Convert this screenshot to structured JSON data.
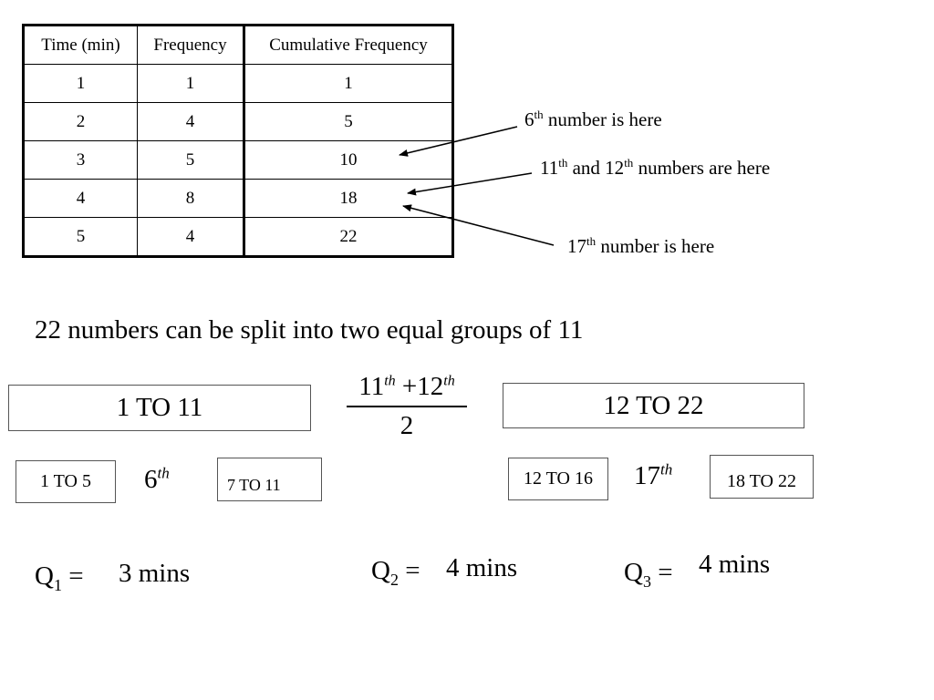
{
  "table": {
    "headers": [
      "Time (min)",
      "Frequency",
      "Cumulative Frequency"
    ],
    "rows": [
      [
        "1",
        "1",
        "1"
      ],
      [
        "2",
        "4",
        "5"
      ],
      [
        "3",
        "5",
        "10"
      ],
      [
        "4",
        "8",
        "18"
      ],
      [
        "5",
        "4",
        "22"
      ]
    ]
  },
  "annotations": {
    "note1": {
      "num": "6",
      "sup": "th",
      "rest": " number is here"
    },
    "note2": {
      "num1": "11",
      "sup1": "th",
      "mid": " and 12",
      "sup2": "th",
      "rest": " numbers are here"
    },
    "note3": {
      "num": "17",
      "sup": "th",
      "rest": " number is here"
    }
  },
  "explanation": {
    "sentence": "22 numbers can be split into two equal groups of 11",
    "group_low": "1 TO 11",
    "group_high": "12 TO 22",
    "fraction": {
      "n1": "11",
      "sup1": "th",
      "plus": " +12",
      "sup2": "th",
      "den": "2"
    },
    "low_left": "1 TO 5",
    "low_mid": {
      "num": "6",
      "sup": "th"
    },
    "low_right": "7 TO 11",
    "high_left": "12 TO 16",
    "high_mid": {
      "num": "17",
      "sup": "th"
    },
    "high_right": "18 TO 22"
  },
  "quartiles": {
    "q1": {
      "q": "Q",
      "sub": "1",
      "eq": " =",
      "value": "3 mins"
    },
    "q2": {
      "q": "Q",
      "sub": "2",
      "eq": " =",
      "value": "4 mins"
    },
    "q3": {
      "q": "Q",
      "sub": "3",
      "eq": " =",
      "value": "4 mins"
    }
  }
}
